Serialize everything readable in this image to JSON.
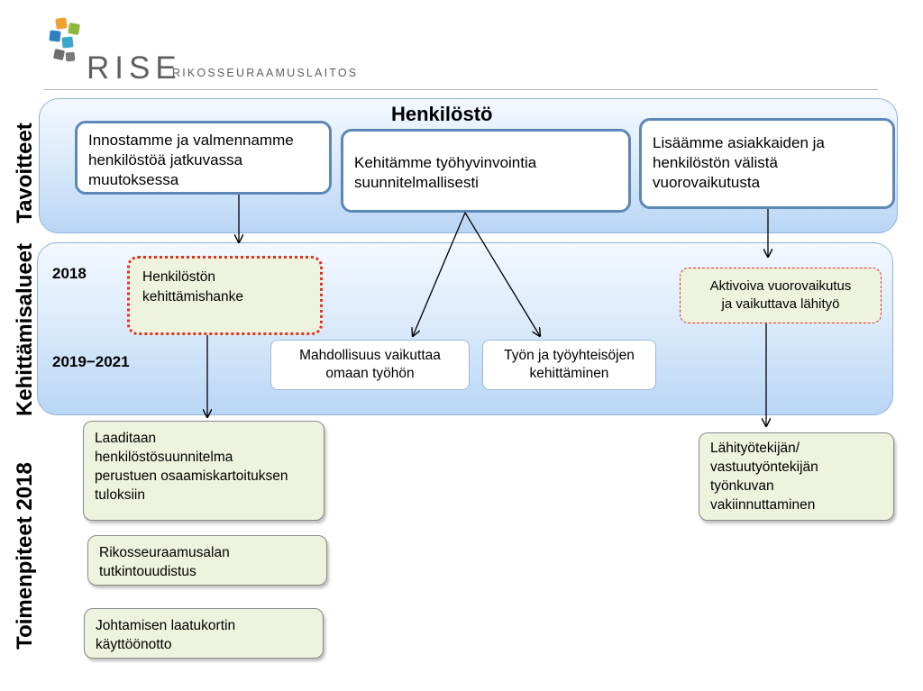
{
  "logo": {
    "name": "RISE",
    "subtitle": "RIKOSSEURAAMUSLAITOS"
  },
  "colors": {
    "band_border": "#8fb3d9",
    "box_border": "#5d87b6",
    "red_dashed": "#e0302d",
    "green_fill": "#eef3dd"
  },
  "side_labels": {
    "goals": "Tavoitteet",
    "development": "Kehittämisalueet",
    "actions": "Toimenpiteet 2018"
  },
  "goals": {
    "title": "Henkilöstö",
    "boxes": [
      "Innostamme ja valmennamme\nhenkilöstöä jatkuvassa\nmuutoksessa",
      "Kehitämme työhyvinvointia\nsuunnitelmallisesti",
      "Lisäämme asiakkaiden ja\nhenkilöstön välistä\nvuorovaikutusta"
    ]
  },
  "development": {
    "year_2018": "2018",
    "year_2019_2021": "2019−2021",
    "project_2018": "Henkilöstön\nkehittämishanke",
    "interaction": "Aktivoiva vuorovaikutus\nja vaikuttava lähityö",
    "influence": "Mahdollisuus vaikuttaa\nomaan työhön",
    "work_dev": "Työn ja työyhteisöjen\nkehittäminen"
  },
  "actions": {
    "plan": "Laaditaan\nhenkilöstösuunnitelma\nperustuen osaamiskartoituksen\ntuloksiin",
    "degree": "Rikosseuraamusalan\ntutkintouudistus",
    "scorecard": "Johtamisen laatukortin\nkäyttöönotto",
    "supervisor": "Lähityötekijän/\nvastuutyöntekijän\ntyönkuvan\nvakiinnuttaminen"
  }
}
